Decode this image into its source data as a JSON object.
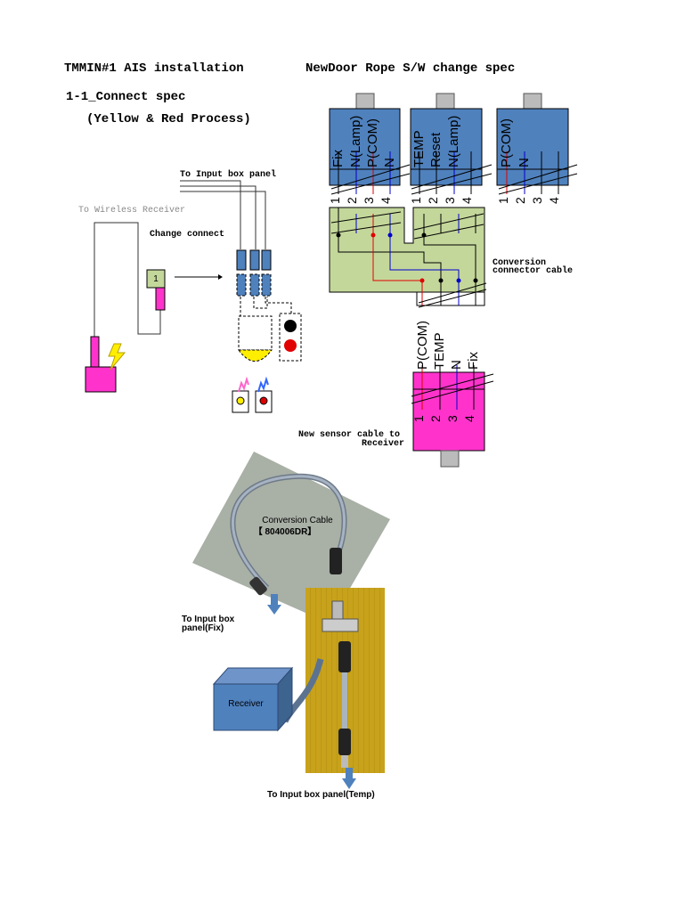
{
  "header": {
    "title_left": "TMMIN#1 AIS installation",
    "title_right": "NewDoor Rope S/W change spec",
    "section": "1-1_Connect spec",
    "subsection": "(Yellow & Red Process)"
  },
  "left_diagram": {
    "to_input_box": "To Input box panel",
    "to_wireless": "To Wireless Receiver",
    "change_connect": "Change connect",
    "connector_pin": "1"
  },
  "top_connectors": [
    {
      "labels": [
        "Fix",
        "N(Lamp)",
        "P(COM)",
        "N"
      ],
      "pins": [
        "1",
        "2",
        "3",
        "4"
      ]
    },
    {
      "labels": [
        "TEMP",
        "Reset",
        "N(Lamp)",
        ""
      ],
      "pins": [
        "1",
        "2",
        "3",
        "4"
      ]
    },
    {
      "labels": [
        "P(COM)",
        "N",
        "",
        ""
      ],
      "pins": [
        "1",
        "2",
        "3",
        "4"
      ]
    }
  ],
  "conversion_label": [
    "Conversion",
    "connector cable"
  ],
  "bottom_connector": {
    "labels": [
      "P(COM)",
      "TEMP",
      "N",
      "Fix"
    ],
    "pins": [
      "1",
      "2",
      "3",
      "4"
    ]
  },
  "new_sensor_label": [
    "New sensor cable to",
    "Receiver"
  ],
  "photo": {
    "cable_label": "Conversion Cable",
    "part_no": "【 804006DR】",
    "to_fix": [
      "To Input box",
      "panel(Fix)"
    ],
    "receiver": "Receiver",
    "to_temp": "To Input box panel(Temp)"
  },
  "colors": {
    "connector_blue": "#4f81bd",
    "conversion_green": "#c4d79b",
    "sensor_magenta": "#ff33cc",
    "wire_red": "#e00000",
    "wire_blue": "#0000cc",
    "photo_yellow": "#c8a21b",
    "receiver_blue": "#4f81bd"
  }
}
